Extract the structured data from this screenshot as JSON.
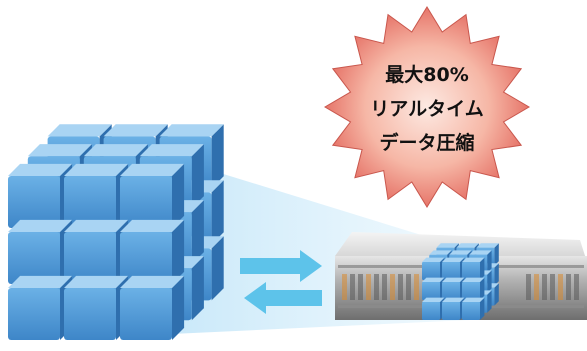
{
  "badge": {
    "line1": "最大80%",
    "line2": "リアルタイム",
    "line3": "データ圧縮"
  },
  "colors": {
    "cube_front": "#4f98d8",
    "cube_top": "#a9d4f3",
    "cube_side": "#2f6fae",
    "burst": "#e9756b",
    "arrow": "#5dc3ea",
    "beam": "#d6eefa"
  },
  "icons": {
    "large_block": "cube-grid-icon",
    "small_block": "cube-grid-icon",
    "server": "server-rack-icon",
    "burst": "starburst-icon",
    "arrow_right": "arrow-right-icon",
    "arrow_left": "arrow-left-icon"
  }
}
